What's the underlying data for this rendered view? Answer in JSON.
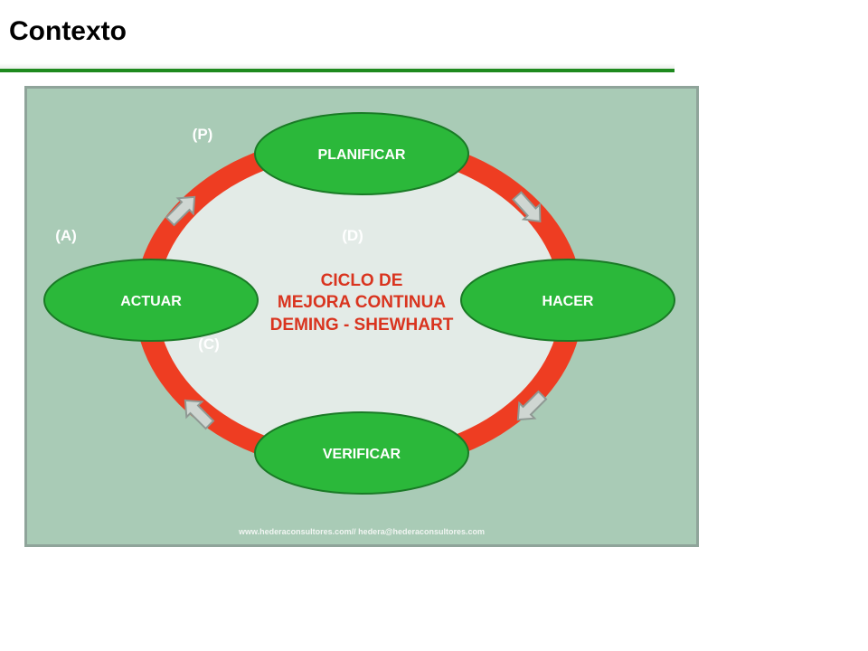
{
  "header": {
    "title": "Contexto"
  },
  "diagram": {
    "center_lines": [
      "CICLO DE",
      "MEJORA CONTINUA",
      "DEMING - SHEWHART"
    ],
    "nodes": {
      "plan": "PLANIFICAR",
      "do": "HACER",
      "check": "VERIFICAR",
      "act": "ACTUAR"
    },
    "phase_labels": {
      "p": "(P)",
      "d": "(D)",
      "c": "(C)",
      "a": "(A)"
    },
    "footer_url": "www.hederaconsultores.com// hedera@hederaconsultores.com",
    "colors": {
      "background": "#a9cbb6",
      "ring": "#ee3d22",
      "inner": "#e3ebe7",
      "node_fill": "#2bb83a",
      "node_text": "#ffffff",
      "center_text": "#d9341f",
      "phase_label": "#ffffff",
      "arrow": "#c9d0cc",
      "title_rule": "#1e8a1e"
    }
  }
}
